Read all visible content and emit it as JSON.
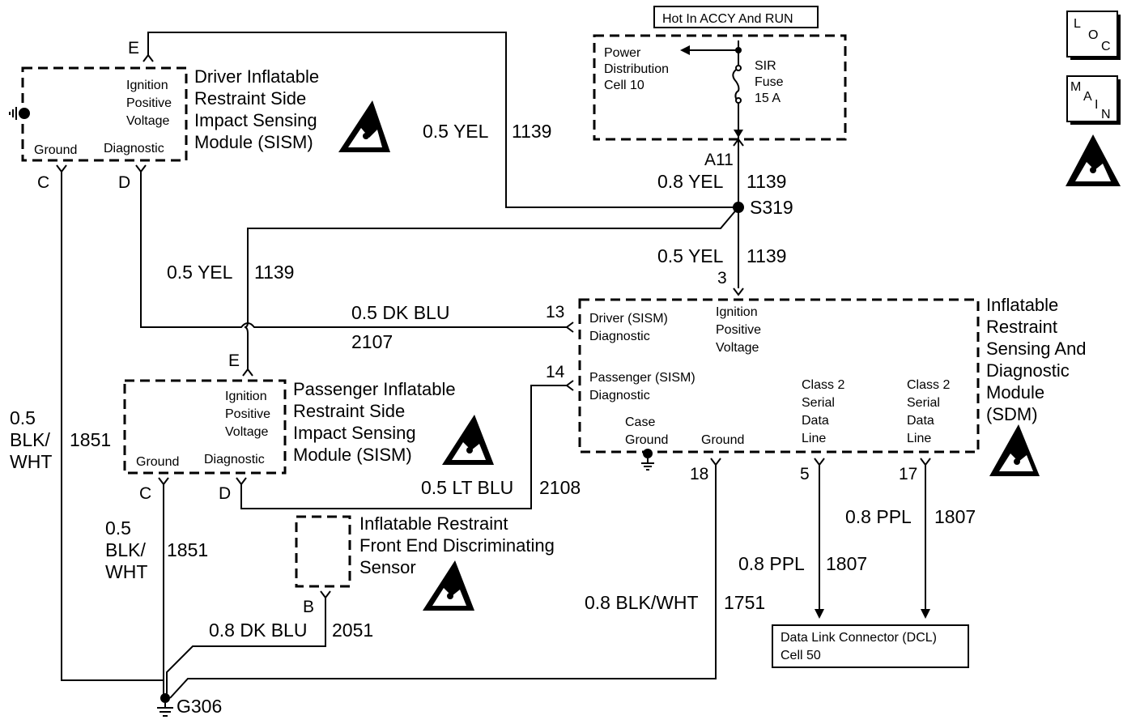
{
  "power": {
    "source_label": "Hot In ACCY And RUN",
    "distribution": [
      "Power",
      "Distribution",
      "Cell 10"
    ],
    "fuse": [
      "SIR",
      "Fuse",
      "15 A"
    ]
  },
  "icons": {
    "loc": [
      "L",
      "O",
      "C"
    ],
    "main": [
      "M",
      "A",
      "I",
      "N"
    ]
  },
  "driver_sism": {
    "title": [
      "Driver Inflatable",
      "Restraint Side",
      "Impact Sensing",
      "Module (SISM)"
    ],
    "ignition": [
      "Ignition",
      "Positive",
      "Voltage"
    ],
    "ground": "Ground",
    "diagnostic": "Diagnostic",
    "pin_e": "E",
    "pin_c": "C",
    "pin_d": "D"
  },
  "passenger_sism": {
    "title": [
      "Passenger Inflatable",
      "Restraint Side",
      "Impact Sensing",
      "Module (SISM)"
    ],
    "ignition": [
      "Ignition",
      "Positive",
      "Voltage"
    ],
    "ground": "Ground",
    "diagnostic": "Diagnostic",
    "pin_e": "E",
    "pin_c": "C",
    "pin_d": "D"
  },
  "front_sensor": {
    "title": [
      "Inflatable Restraint",
      "Front End Discriminating",
      "Sensor"
    ],
    "pin_b": "B"
  },
  "sdm": {
    "title": [
      "Inflatable",
      "Restraint",
      "Sensing And",
      "Diagnostic",
      "Module",
      "(SDM)"
    ],
    "driver_diag": [
      "Driver (SISM)",
      "Diagnostic"
    ],
    "ignition": [
      "Ignition",
      "Positive",
      "Voltage"
    ],
    "passenger_diag": [
      "Passenger (SISM)",
      "Diagnostic"
    ],
    "case_ground": [
      "Case",
      "Ground"
    ],
    "ground": "Ground",
    "class2_a": [
      "Class 2",
      "Serial",
      "Data",
      "Line"
    ],
    "class2_b": [
      "Class 2",
      "Serial",
      "Data",
      "Line"
    ],
    "pins": {
      "p13": "13",
      "p14": "14",
      "p3": "3",
      "p18": "18",
      "p5": "5",
      "p17": "17"
    }
  },
  "connector": {
    "a11": "A11"
  },
  "splice": "S319",
  "ground_point": "G306",
  "dlc": [
    "Data Link Connector (DCL)",
    "Cell 50"
  ],
  "wires": {
    "driver_ign": {
      "gauge": "0.5 YEL",
      "circuit": "1139"
    },
    "fuse_out": {
      "gauge": "0.8 YEL",
      "circuit": "1139"
    },
    "sdm_ign": {
      "gauge": "0.5 YEL",
      "circuit": "1139"
    },
    "pass_ign": {
      "gauge": "0.5 YEL",
      "circuit": "1139"
    },
    "driver_diag": {
      "gauge": "0.5 DK BLU",
      "circuit": "2107"
    },
    "pass_diag": {
      "gauge": "0.5 LT BLU",
      "circuit": "2108"
    },
    "driver_gnd": {
      "gauge": [
        "0.5",
        "BLK/",
        "WHT"
      ],
      "circuit": "1851"
    },
    "pass_gnd": {
      "gauge": [
        "0.5",
        "BLK/",
        "WHT"
      ],
      "circuit": "1851"
    },
    "sensor": {
      "gauge": "0.8 DK BLU",
      "circuit": "2051"
    },
    "sdm_gnd": {
      "gauge": "0.8 BLK/WHT",
      "circuit": "1751"
    },
    "class2_5": {
      "gauge": "0.8 PPL",
      "circuit": "1807"
    },
    "class2_17": {
      "gauge": "0.8 PPL",
      "circuit": "1807"
    }
  }
}
